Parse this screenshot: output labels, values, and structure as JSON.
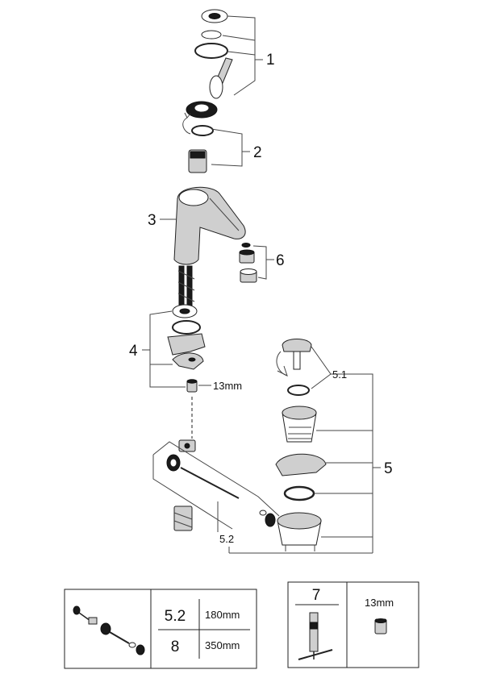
{
  "callouts": {
    "c1": "1",
    "c2": "2",
    "c3": "3",
    "c4": "4",
    "c5": "5",
    "c5_1": "5.1",
    "c5_2": "5.2",
    "c6": "6",
    "size_13mm": "13mm"
  },
  "table_left": {
    "rows": [
      {
        "ref": "5.2",
        "size": "180mm"
      },
      {
        "ref": "8",
        "size": "350mm"
      }
    ]
  },
  "table_right": {
    "ref": "7",
    "size": "13mm"
  }
}
